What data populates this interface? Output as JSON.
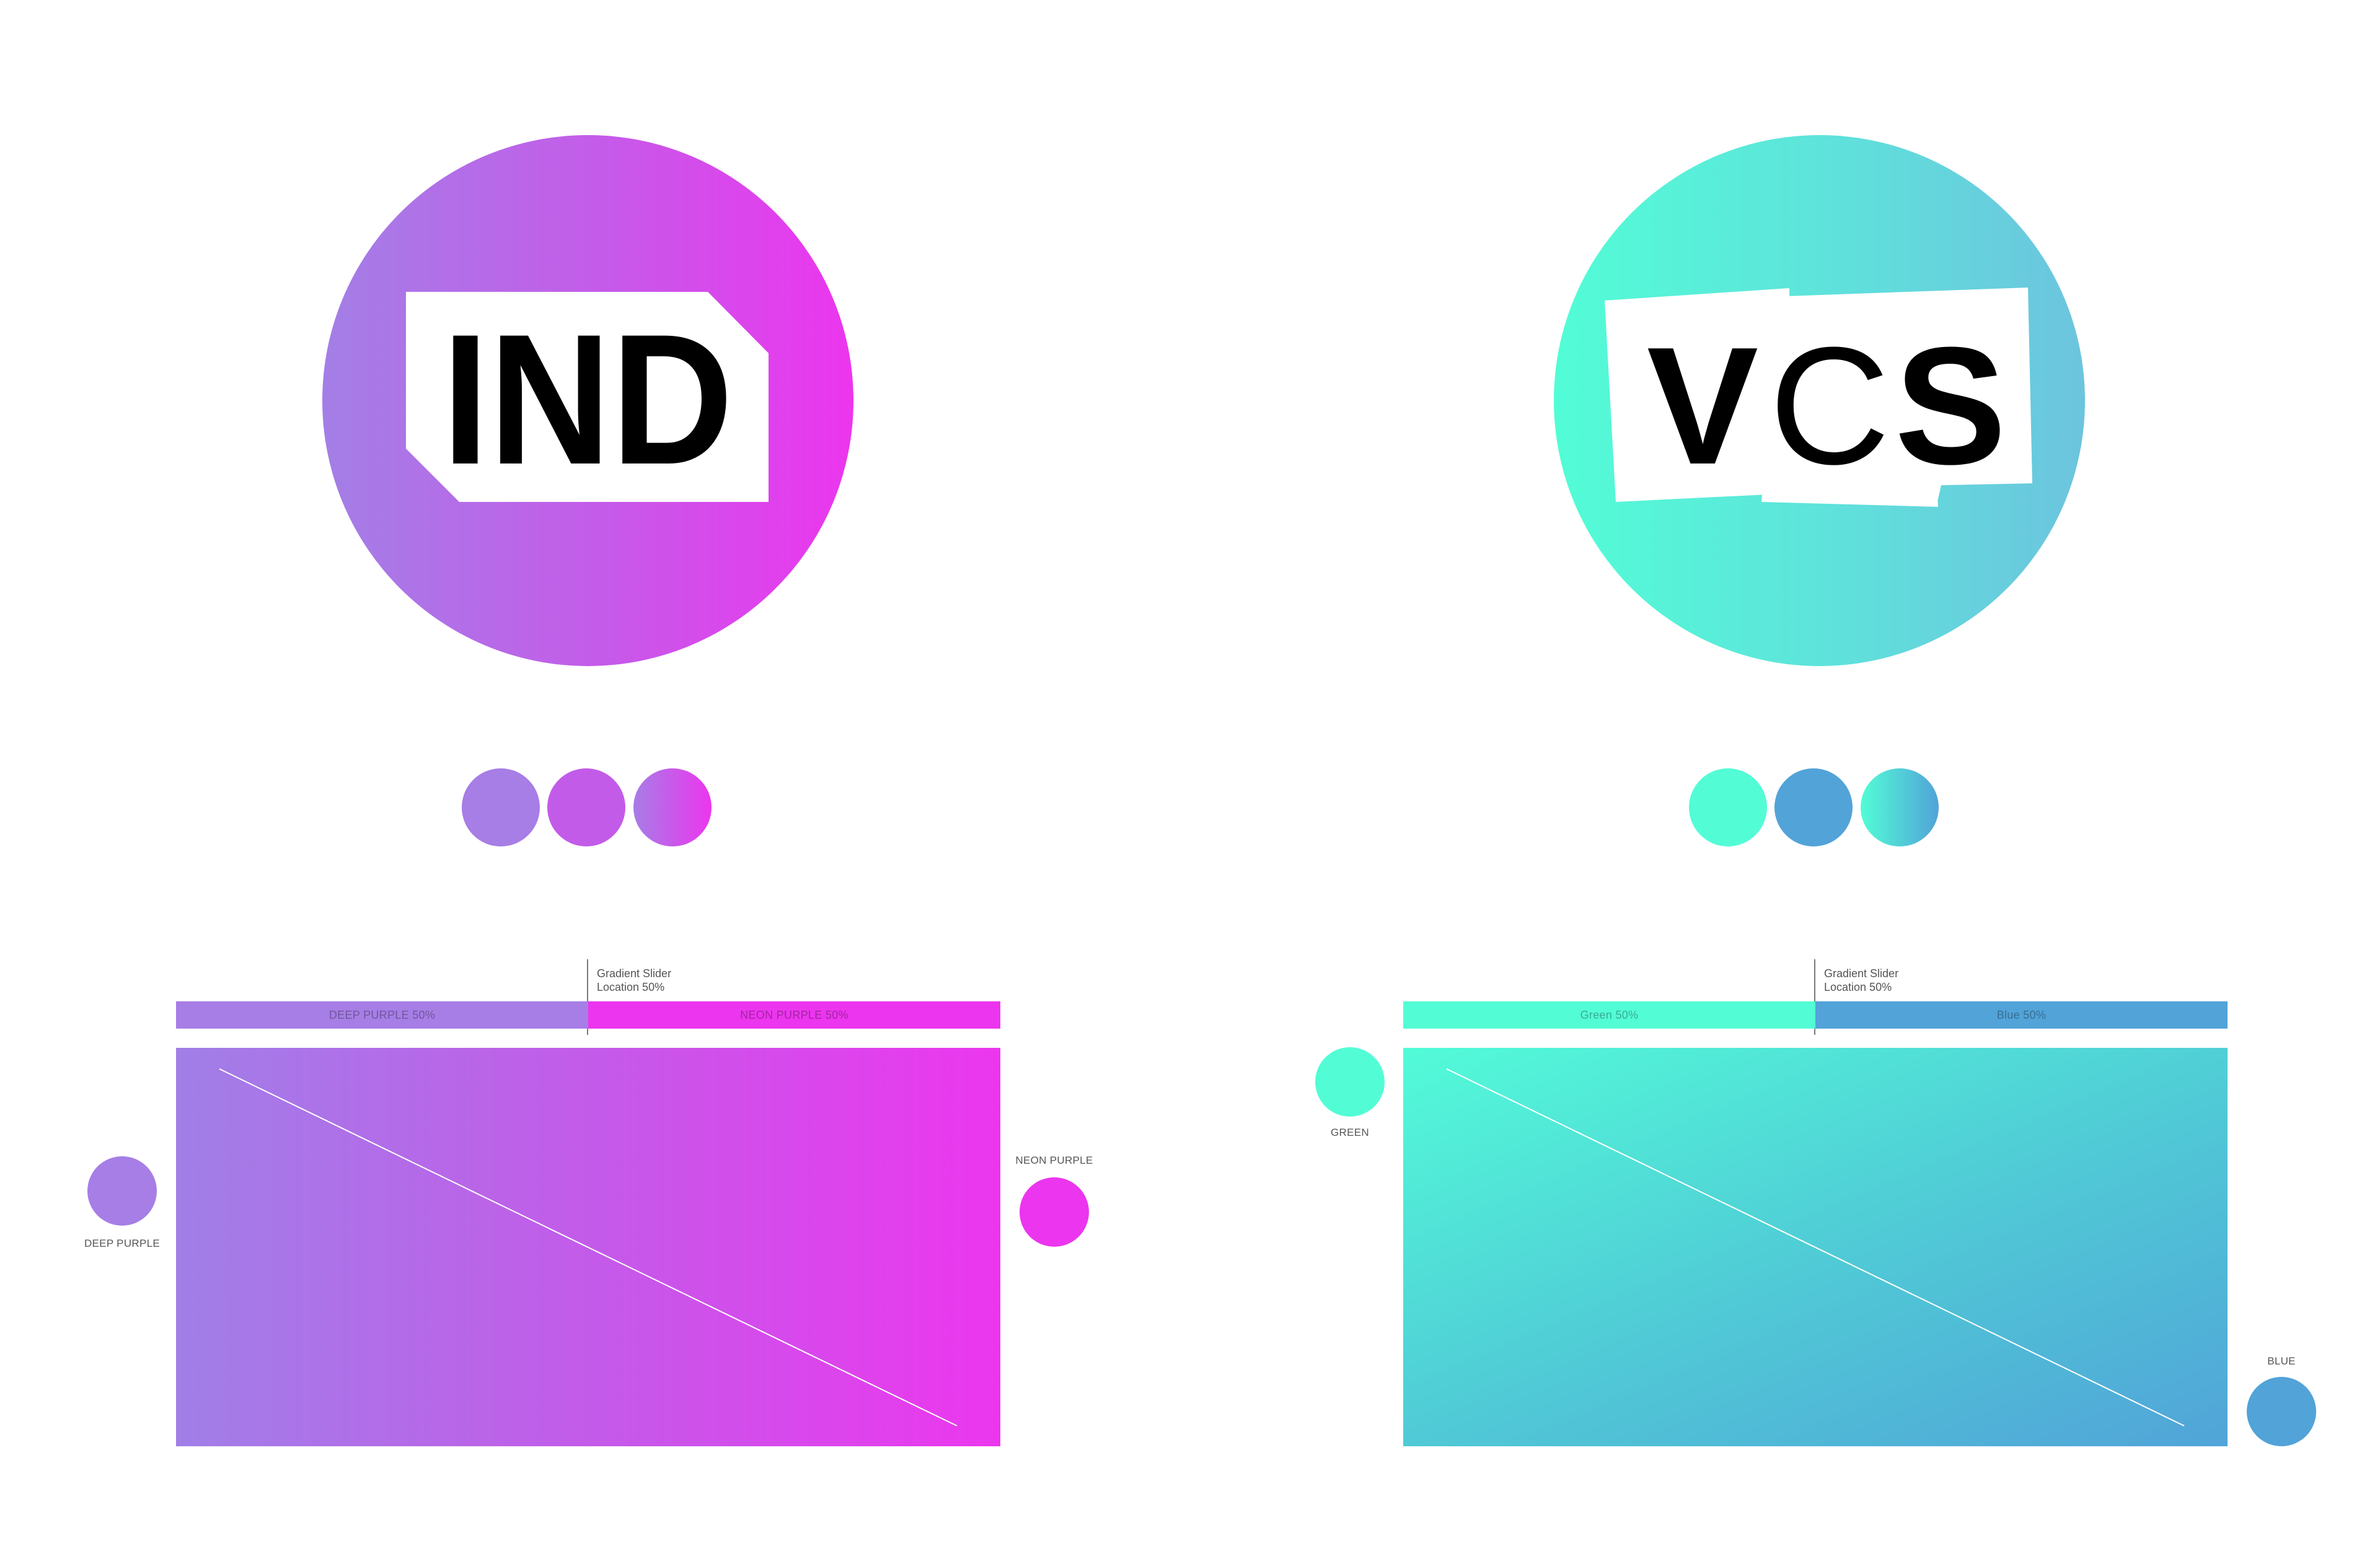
{
  "palette": {
    "deep_purple": "#a67ee6",
    "neon_purple": "#ec35ee",
    "green": "#52fdd6",
    "blue": "#51a3d8"
  },
  "ind": {
    "logo_text": "IND",
    "slider": {
      "line1": "Gradient Slider",
      "line2": "Location 50%",
      "left_label": "DEEP PURPLE 50%",
      "right_label": "NEON PURPLE 50%"
    },
    "left_color_label": "DEEP PURPLE",
    "right_color_label": "NEON PURPLE"
  },
  "vcs": {
    "logo_letters": [
      "V",
      "C",
      "S"
    ],
    "slider": {
      "line1": "Gradient Slider",
      "line2": "Location 50%",
      "left_label": "Green 50%",
      "right_label": "Blue 50%"
    },
    "left_color_label": "GREEN",
    "right_color_label": "BLUE"
  }
}
